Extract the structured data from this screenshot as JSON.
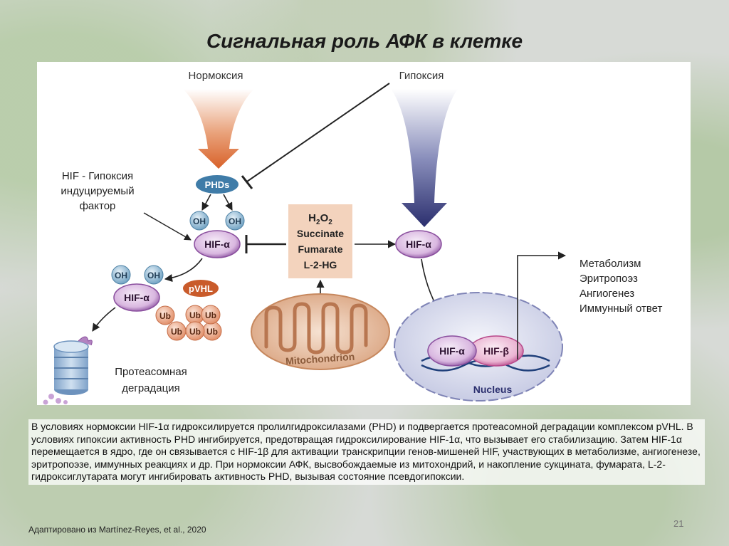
{
  "slide": {
    "title": "Сигнальная роль АФК в клетке",
    "page_number": "21",
    "citation": "Адаптировано из Martínez-Reyes, et al., 2020",
    "description": "В условиях нормоксии HIF-1α гидроксилируется пролилгидроксилазами (PHD) и подвергается протеасомной деградации комплексом pVHL. В условиях гипоксии активность PHD ингибируется, предотвращая гидроксилирование HIF-1α, что вызывает его стабилизацию. Затем HIF-1α перемещается в ядро, где он связывается с HIF-1β для активации транскрипции генов-мишеней HIF, участвующих в метаболизме, ангиогенезе, эритропоэзе, иммунных реакциях и др. При нормоксии АФК, высвобождаемые из митохондрий, и накопление сукцината, фумарата, L-2-гидроксиглутарата могут ингибировать активность PHD, вызывая состояние псевдогипоксии."
  },
  "diagram": {
    "normoxia_label": "Нормоксия",
    "hypoxia_label": "Гипоксия",
    "hif_note": [
      "HIF - Гипоксия",
      "индуцируемый",
      "фактор"
    ],
    "phds": "PHDs",
    "oh": "OH",
    "hif_alpha": "HIF-α",
    "hif_beta": "HIF-β",
    "pvhl": "pVHL",
    "ub": "Ub",
    "ros_box": {
      "h2o2_main": "H",
      "h2o2_sub1": "2",
      "h2o2_o": "O",
      "h2o2_sub2": "2",
      "succinate": "Succinate",
      "fumarate": "Fumarate",
      "l2hg": "L-2-HG"
    },
    "mitochondrion": "Mitochondrion",
    "nucleus": "Nucleus",
    "proteasome_label": [
      "Протеасомная",
      "деградация"
    ],
    "targets": [
      "Метаболизм",
      "Эритропоэз",
      "Ангиогенез",
      "Иммунный ответ"
    ]
  },
  "colors": {
    "normoxia_arrow": "#d8622a",
    "hypoxia_arrow": "#2b2f6e",
    "hif_purple": "#8a4f9e",
    "oh_blue": "#6b9ec0",
    "ub_orange": "#e08a63",
    "ros_box_fill": "#f3d3bd",
    "pvhl_fill": "#c95b2b"
  }
}
